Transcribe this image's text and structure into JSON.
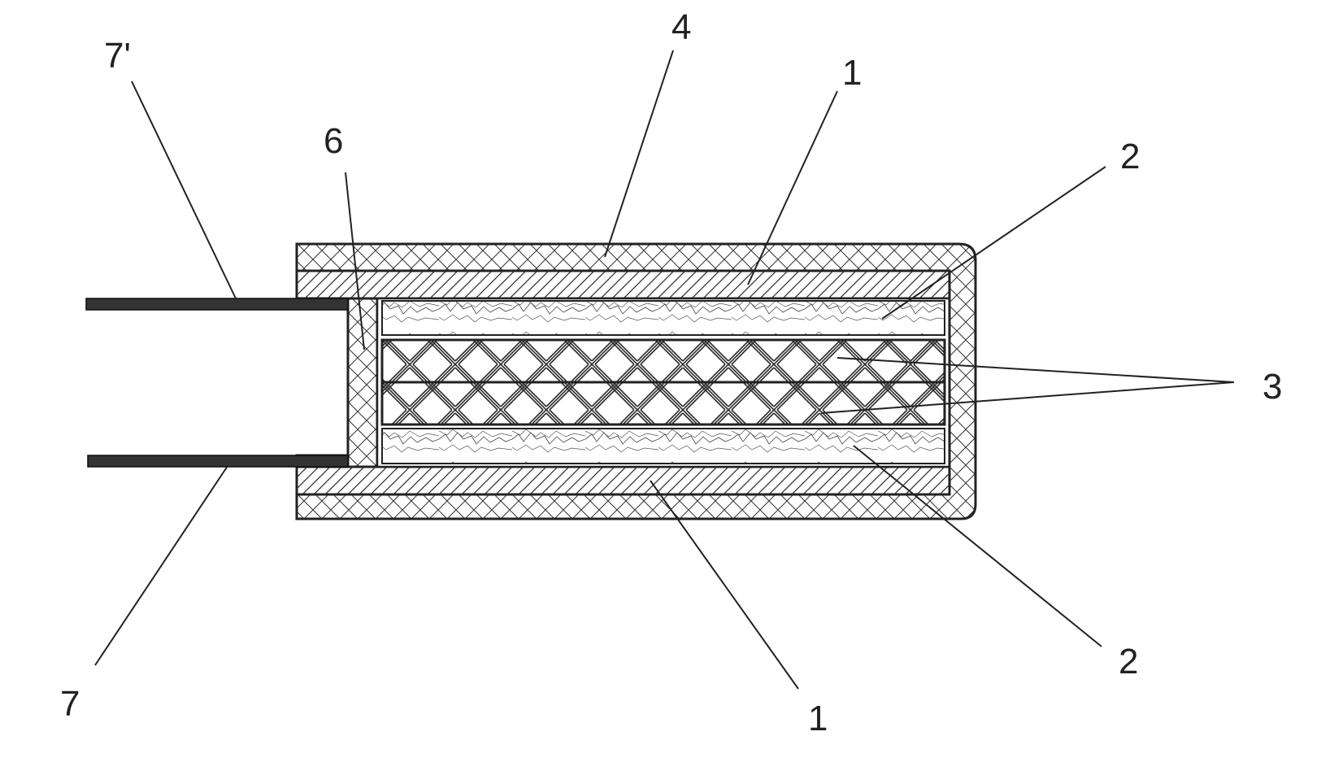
{
  "labels": {
    "l7p": "7'",
    "l4": "4",
    "l1_top": "1",
    "l6": "6",
    "l2_top": "2",
    "l3": "3",
    "l7": "7",
    "l1_bottom": "1",
    "l2_bottom": "2"
  },
  "colors": {
    "ink": "#222222",
    "background": "#ffffff"
  }
}
